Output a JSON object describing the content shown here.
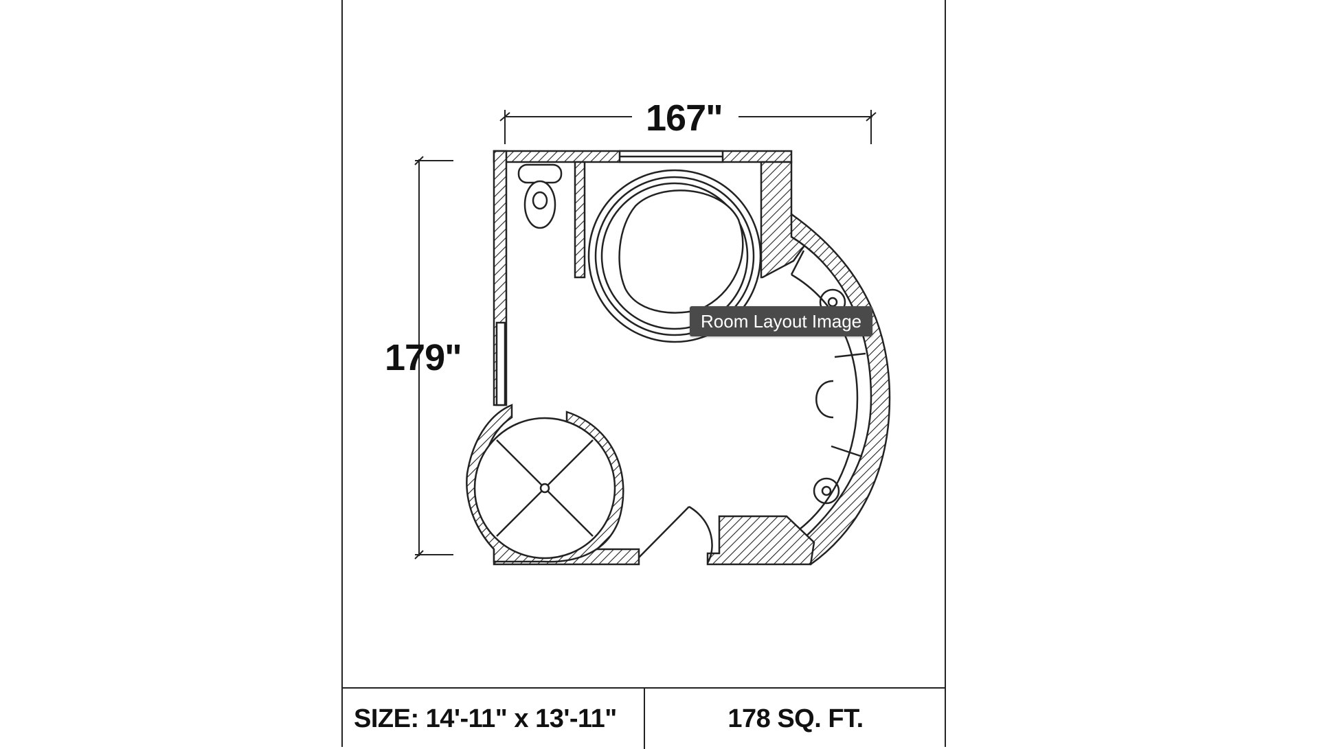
{
  "image": {
    "dim_width": "167\"",
    "dim_height": "179\"",
    "tooltip": "Room Layout Image"
  },
  "footer": {
    "size_label": "SIZE: 14'-11\" x 13'-11\"",
    "area_label": "178 SQ. FT."
  },
  "colors": {
    "line": "#222222",
    "tooltip_bg": "#4a4a4a"
  }
}
